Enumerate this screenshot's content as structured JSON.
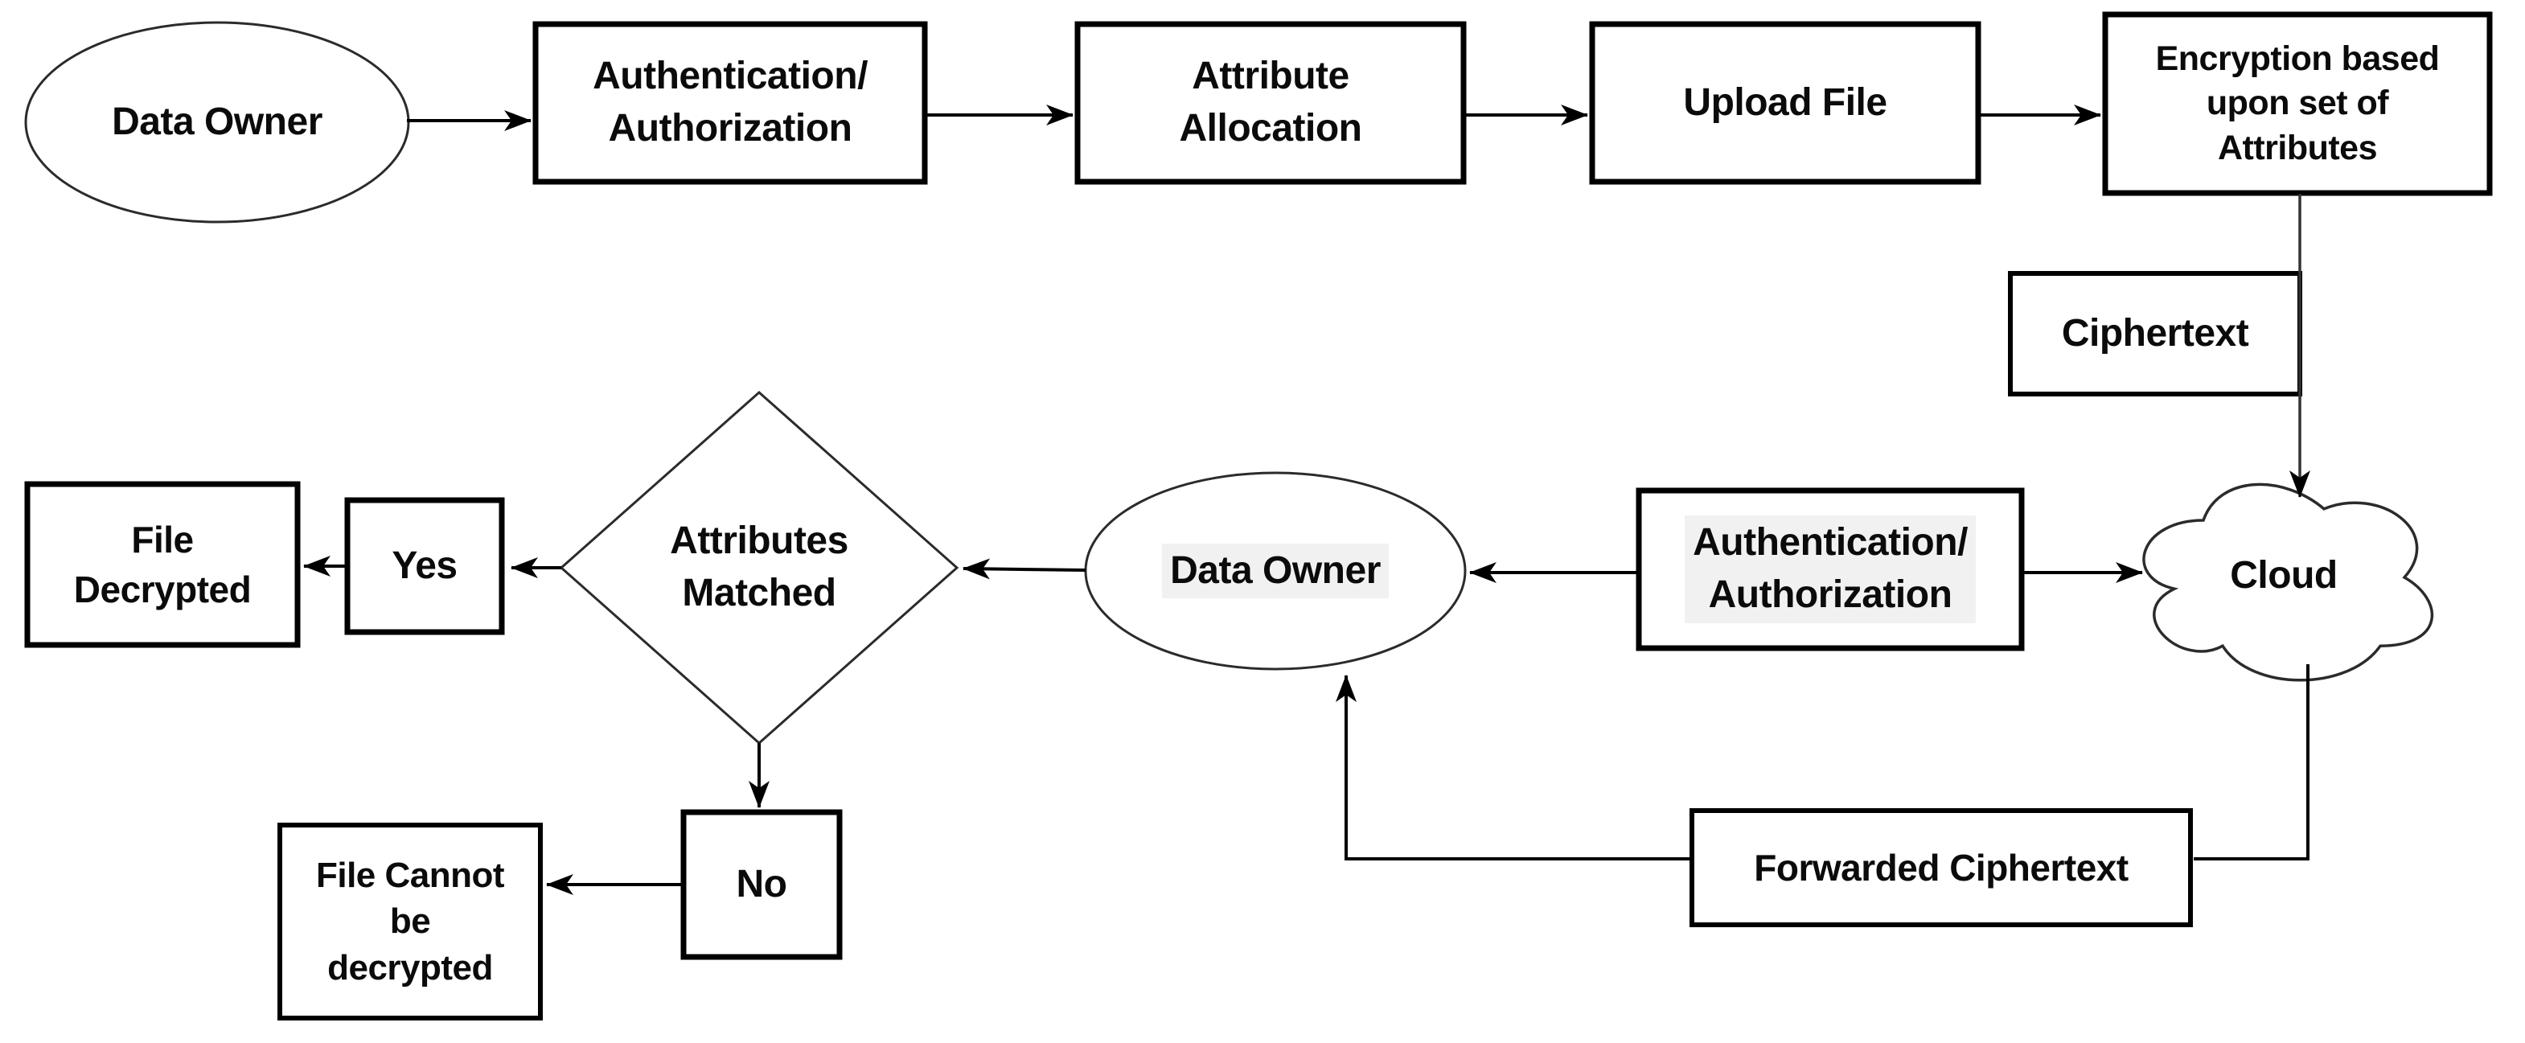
{
  "diagram": {
    "background_color": "#ffffff",
    "stroke_color": "#000000",
    "thin_stroke_color": "#2b2b2b",
    "text_color": "#0b0b0b",
    "highlight_color": "#f1f1f1",
    "nodes": {
      "data_owner_top": {
        "shape": "ellipse",
        "label": "Data Owner"
      },
      "auth_top": {
        "shape": "rect",
        "label": "Authentication/\nAuthorization"
      },
      "attribute_allocation": {
        "shape": "rect",
        "label": "Attribute\nAllocation"
      },
      "upload_file": {
        "shape": "rect",
        "label": "Upload File"
      },
      "encryption": {
        "shape": "rect",
        "label": "Encryption based\nupon set of\nAttributes"
      },
      "ciphertext": {
        "shape": "rect",
        "label": "Ciphertext"
      },
      "cloud": {
        "shape": "cloud",
        "label": "Cloud"
      },
      "auth_mid": {
        "shape": "rect",
        "label": "Authentication/\nAuthorization"
      },
      "data_owner_mid": {
        "shape": "ellipse",
        "label": "Data Owner"
      },
      "attributes_matched": {
        "shape": "diamond",
        "label": "Attributes\nMatched"
      },
      "yes": {
        "shape": "rect",
        "label": "Yes"
      },
      "file_decrypted": {
        "shape": "rect",
        "label": "File\nDecrypted"
      },
      "no": {
        "shape": "rect",
        "label": "No"
      },
      "file_cannot": {
        "shape": "rect",
        "label": "File Cannot\nbe\ndecrypted"
      },
      "forwarded_ciphertext": {
        "shape": "rect",
        "label": "Forwarded Ciphertext"
      }
    },
    "edges": [
      {
        "from": "data_owner_top",
        "to": "auth_top"
      },
      {
        "from": "auth_top",
        "to": "attribute_allocation"
      },
      {
        "from": "attribute_allocation",
        "to": "upload_file"
      },
      {
        "from": "upload_file",
        "to": "encryption"
      },
      {
        "from": "encryption",
        "to": "cloud"
      },
      {
        "from": "auth_mid",
        "to": "cloud"
      },
      {
        "from": "auth_mid",
        "to": "data_owner_mid"
      },
      {
        "from": "data_owner_mid",
        "to": "attributes_matched"
      },
      {
        "from": "attributes_matched",
        "to": "yes"
      },
      {
        "from": "yes",
        "to": "file_decrypted"
      },
      {
        "from": "attributes_matched",
        "to": "no"
      },
      {
        "from": "no",
        "to": "file_cannot"
      },
      {
        "from": "cloud",
        "to": "forwarded_ciphertext"
      },
      {
        "from": "forwarded_ciphertext",
        "to": "data_owner_mid"
      }
    ]
  }
}
